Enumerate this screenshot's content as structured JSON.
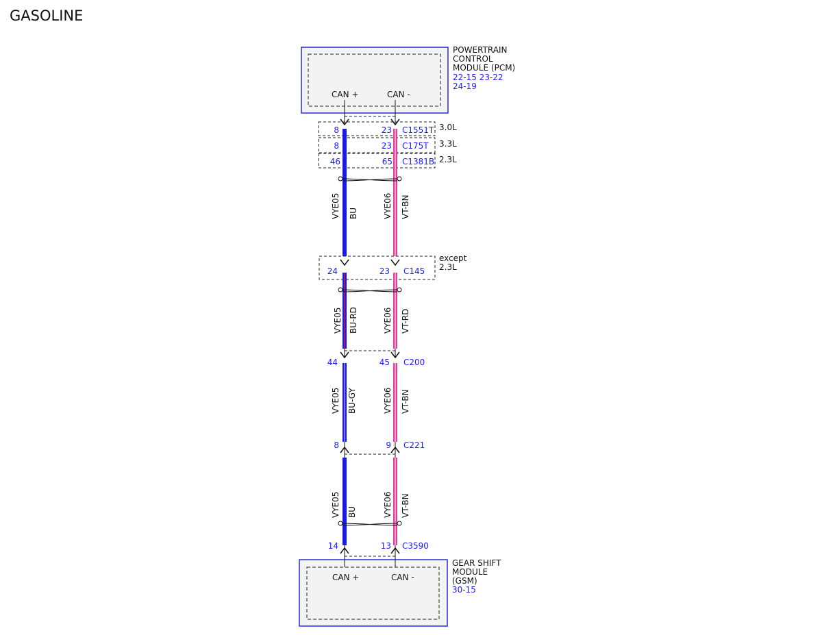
{
  "page_title": "GASOLINE",
  "colors": {
    "pin_blue": "#1a1aff",
    "wire_bu": "#1a1ae6",
    "wire_vt": "#e0409a"
  },
  "pcm": {
    "name_lines": [
      "POWERTRAIN",
      "CONTROL",
      "MODULE (PCM)"
    ],
    "refs": [
      "22-15 23-22",
      "24-19"
    ],
    "pin_left": "CAN +",
    "pin_right": "CAN -"
  },
  "gsm": {
    "name_lines": [
      "GEAR SHIFT",
      "MODULE",
      "(GSM)"
    ],
    "refs": [
      "30-15"
    ],
    "pin_left": "CAN +",
    "pin_right": "CAN -"
  },
  "connectors": [
    {
      "left_pin": "8",
      "right_pin": "23",
      "id": "C1551T",
      "note": "3.0L"
    },
    {
      "left_pin": "8",
      "right_pin": "23",
      "id": "C175T",
      "note": "3.3L"
    },
    {
      "left_pin": "46",
      "right_pin": "65",
      "id": "C1381B",
      "note": "2.3L"
    },
    {
      "left_pin": "24",
      "right_pin": "23",
      "id": "C145",
      "note_lines": [
        "except",
        "2.3L"
      ]
    },
    {
      "left_pin": "44",
      "right_pin": "45",
      "id": "C200"
    },
    {
      "left_pin": "8",
      "right_pin": "9",
      "id": "C221"
    },
    {
      "left_pin": "14",
      "right_pin": "13",
      "id": "C3590"
    }
  ],
  "wire_segments": [
    {
      "left_circuit": "VYE05",
      "left_color": "BU",
      "right_circuit": "VYE06",
      "right_color": "VT-BN"
    },
    {
      "left_circuit": "VYE05",
      "left_color": "BU-RD",
      "right_circuit": "VYE06",
      "right_color": "VT-RD"
    },
    {
      "left_circuit": "VYE05",
      "left_color": "BU-GY",
      "right_circuit": "VYE06",
      "right_color": "VT-BN"
    },
    {
      "left_circuit": "VYE05",
      "left_color": "BU",
      "right_circuit": "VYE06",
      "right_color": "VT-BN"
    }
  ]
}
